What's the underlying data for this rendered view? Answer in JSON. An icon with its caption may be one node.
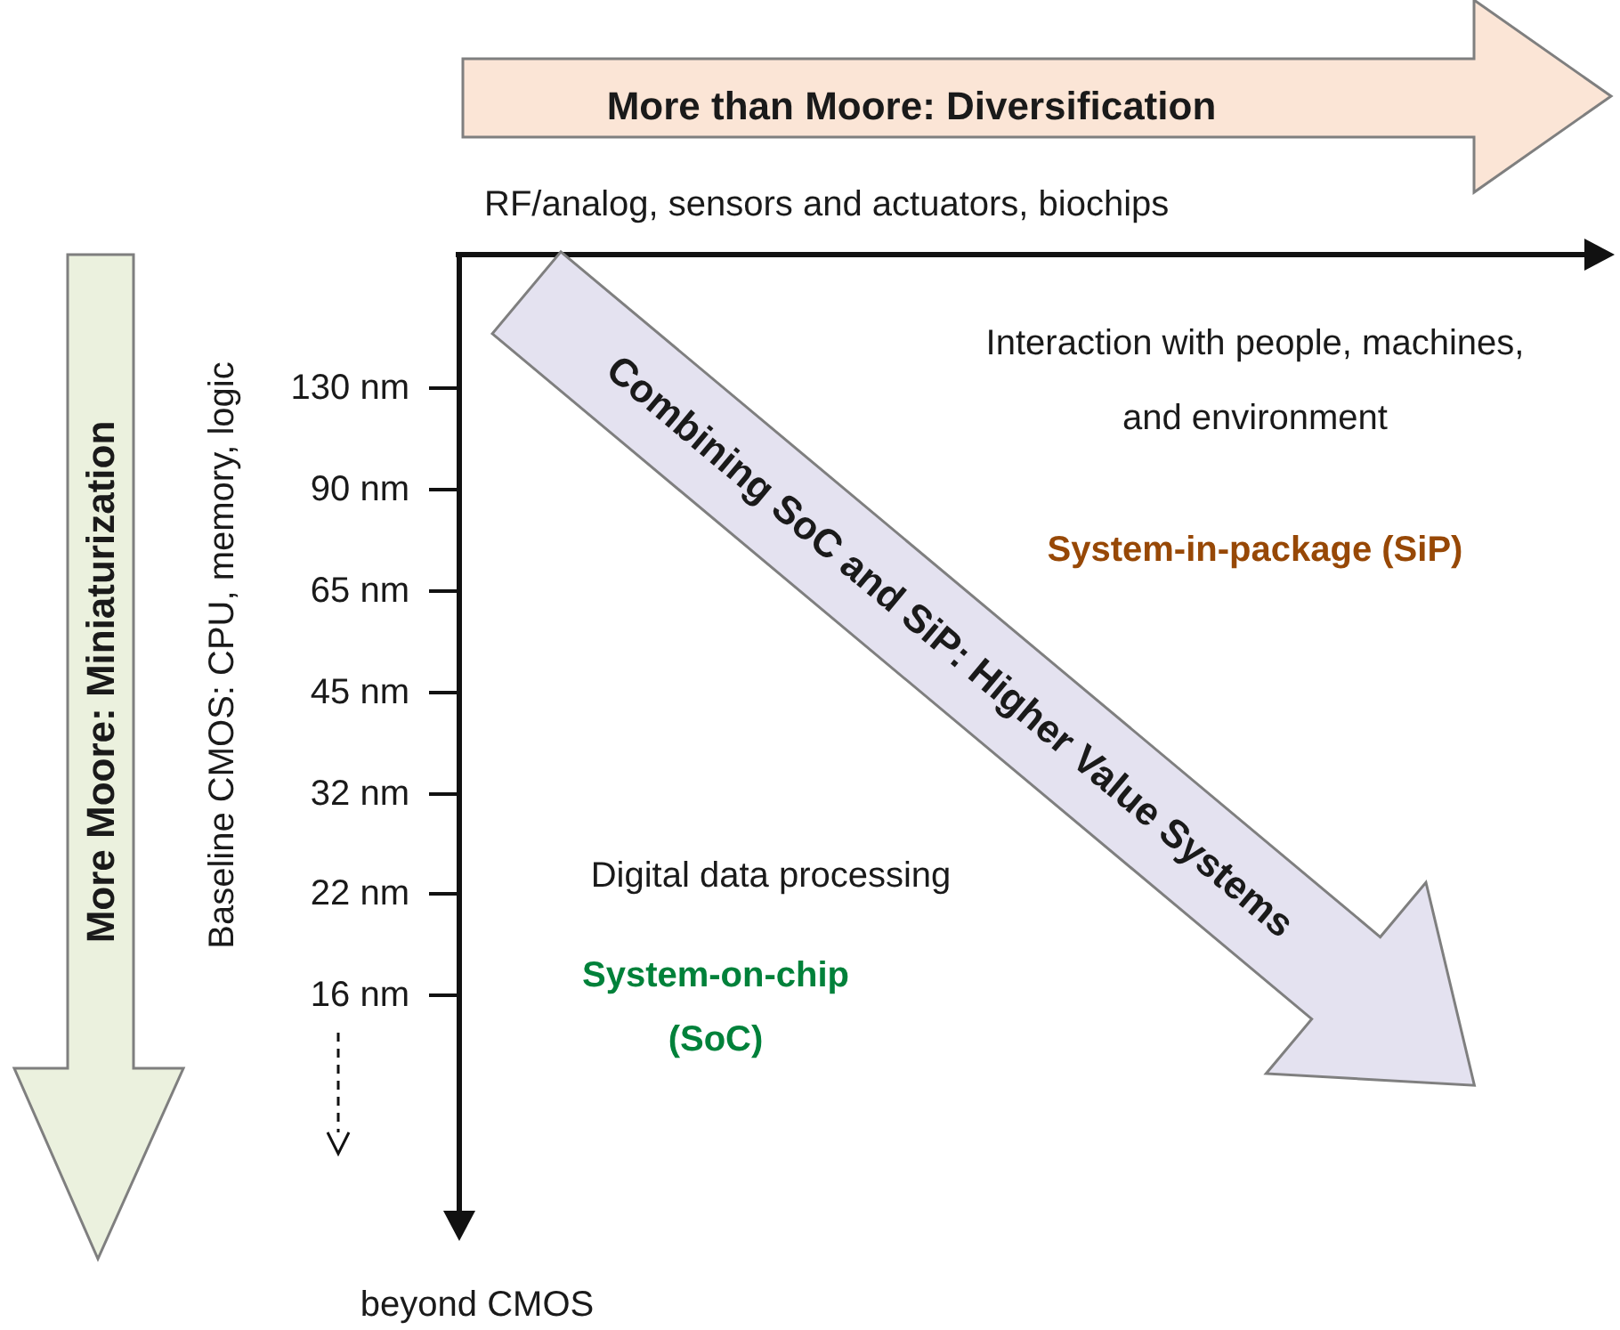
{
  "diagram": {
    "nodes": [
      {
        "text": [
          "More than Moore: Diversification"
        ]
      },
      {
        "text": [
          "More Moore: Miniaturization"
        ]
      },
      {
        "text": [
          "Combining SoC and SiP: Higher Value Systems"
        ]
      }
    ],
    "labels": [
      "RF/analog, sensors and actuators, biochips",
      "Baseline CMOS: CPU, memory, logic",
      "130 nm",
      "90 nm",
      "65 nm",
      "45 nm",
      "32 nm",
      "22 nm",
      "16 nm",
      "Interaction with people, machines, and environment",
      "System-in-package (SiP)",
      "Digital data processing",
      "System-on-chip (SoC)",
      "beyond CMOS"
    ]
  }
}
